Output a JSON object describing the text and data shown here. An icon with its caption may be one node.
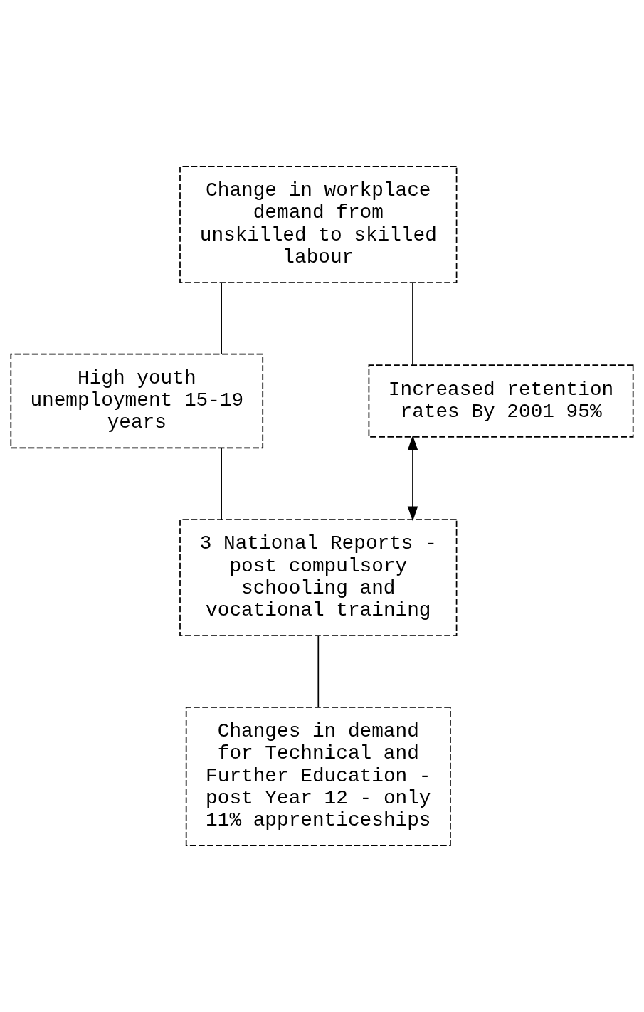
{
  "diagram": {
    "nodes": [
      {
        "text": [
          "Change in workplace demand from unskilled to skilled labour"
        ]
      },
      {
        "text": [
          "High youth unemployment 15-19 years"
        ]
      },
      {
        "text": [
          "Increased retention rates By 2001 95%"
        ]
      },
      {
        "text": [
          "3 National Reports - post compulsory schooling and vocational training"
        ]
      },
      {
        "text": [
          "Changes in demand for Technical and Further Education - post Year 12 - only 11% apprenticeships"
        ]
      }
    ],
    "edges": [
      {
        "from": 0,
        "to": 1,
        "arrow": "none"
      },
      {
        "from": 0,
        "to": 2,
        "arrow": "none"
      },
      {
        "from": 1,
        "to": 3,
        "arrow": "none"
      },
      {
        "from": 2,
        "to": 3,
        "arrow": "both"
      },
      {
        "from": 3,
        "to": 4,
        "arrow": "none"
      }
    ]
  }
}
